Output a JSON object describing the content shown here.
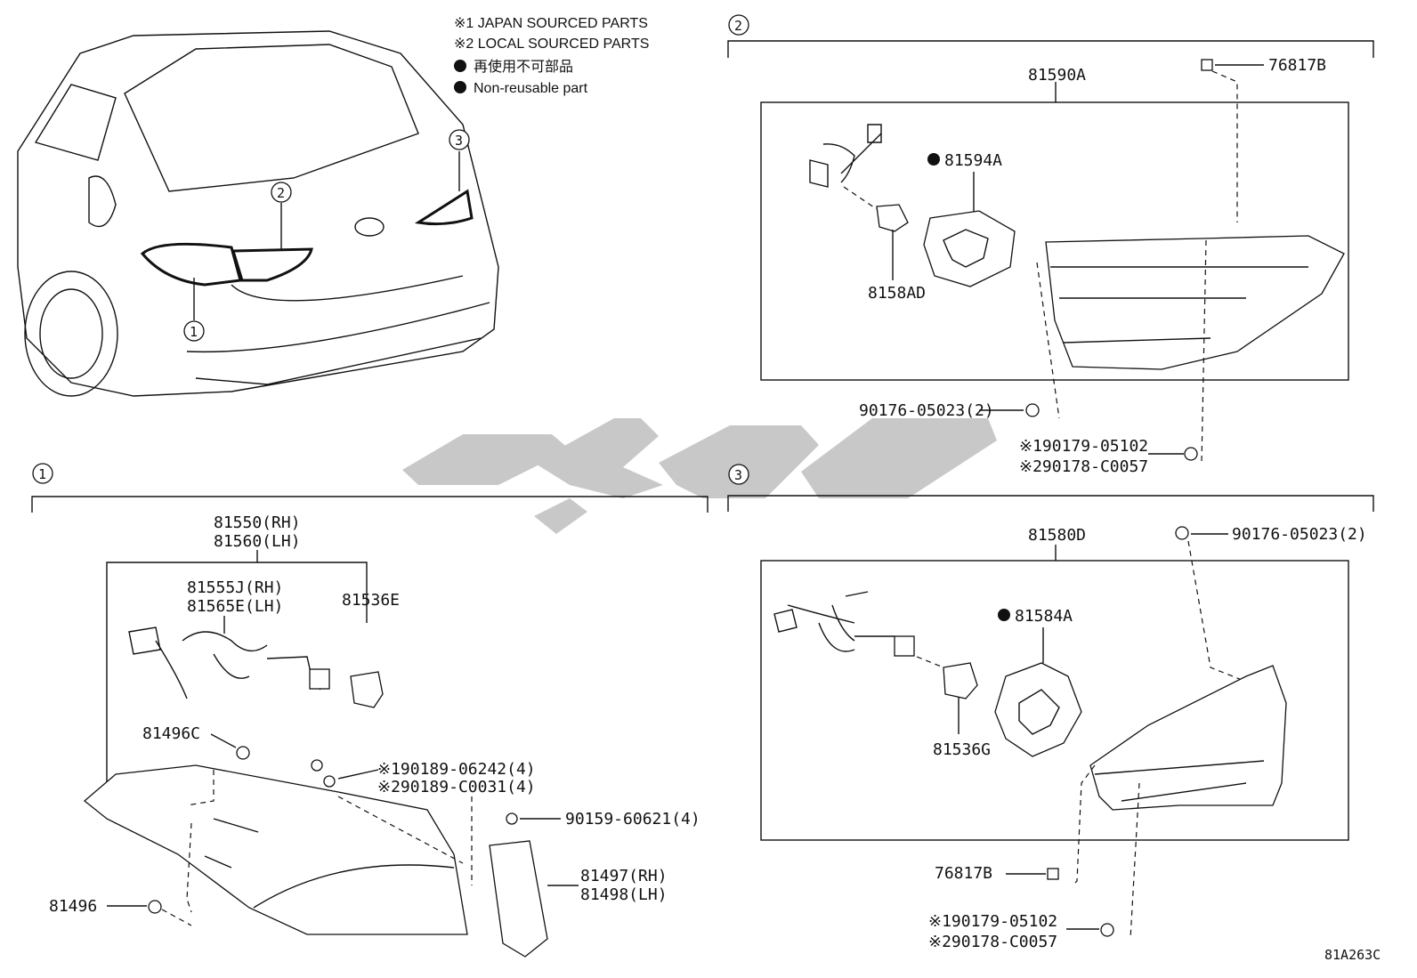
{
  "notes": {
    "japan": "※1 JAPAN SOURCED PARTS",
    "local": "※2 LOCAL SOURCED PARTS",
    "nonreusable_jp": "再使用不可部品",
    "nonreusable_en": "Non-reusable part"
  },
  "callouts": {
    "one": "1",
    "two": "2",
    "three": "3"
  },
  "section2": {
    "assembly": "81590A",
    "clip_top": "76817B",
    "gasket": "81594A",
    "socket": "8158AD",
    "screw": "90176-05023(2)",
    "nut1": "※190179-05102",
    "nut2": "※290178-C0057"
  },
  "section1": {
    "lamp_rh": "81550(RH)",
    "lamp_lh": "81560(LH)",
    "socket_rh": "81555J(RH)",
    "socket_lh": "81565E(LH)",
    "bulb_socket": "81536E",
    "retainer_c": "81496C",
    "bolt1": "※190189-06242(4)",
    "bolt2": "※290189-C0031(4)",
    "screw": "90159-60621(4)",
    "bracket_rh": "81497(RH)",
    "bracket_lh": "81498(LH)",
    "retainer": "81496"
  },
  "section3": {
    "assembly": "81580D",
    "screw": "90176-05023(2)",
    "gasket": "81584A",
    "socket": "81536G",
    "clip": "76817B",
    "nut1": "※190179-05102",
    "nut2": "※290178-C0057"
  },
  "diagram_code": "81A263C",
  "colors": {
    "ink": "#111111",
    "watermark": "#c8c8c8",
    "background": "#ffffff"
  }
}
